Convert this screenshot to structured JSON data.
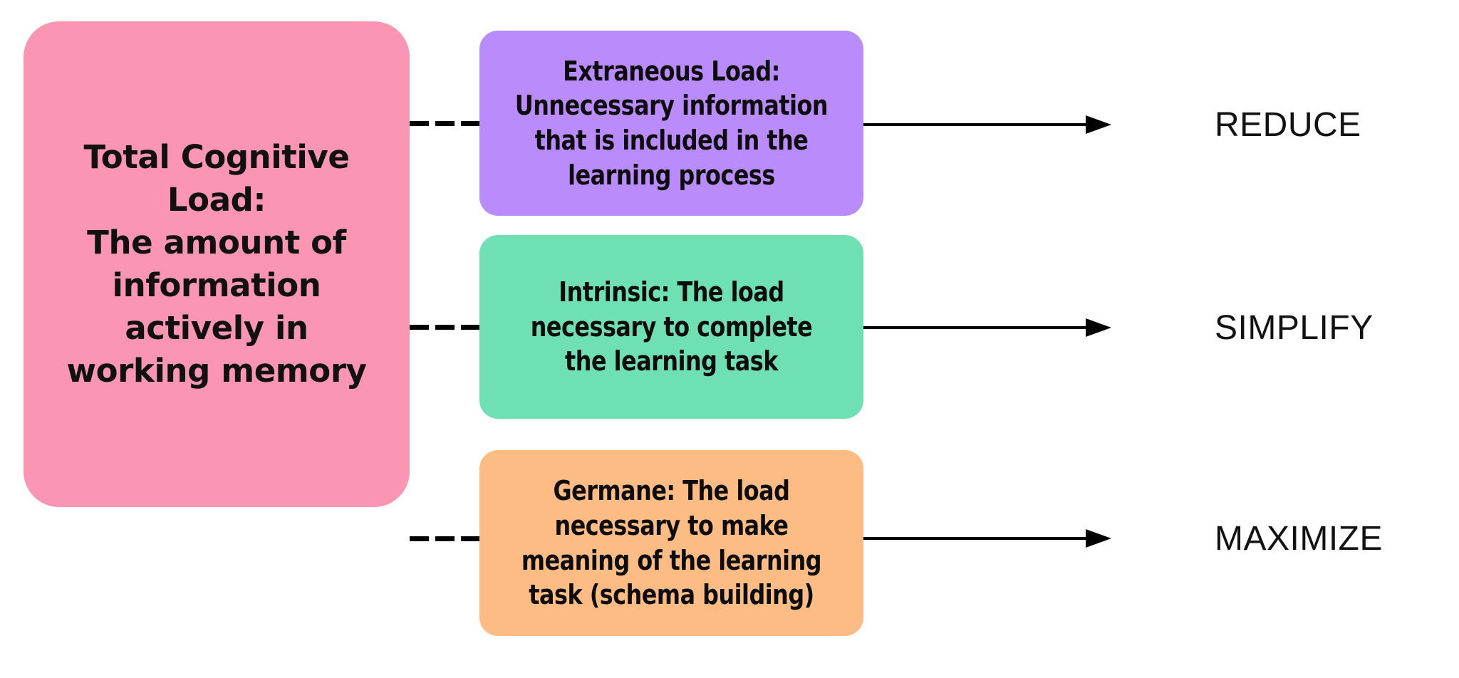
{
  "diagram": {
    "title_node": {
      "label": "Total Cognitive Load:\nThe amount of information actively in working memory",
      "color": "#FA96B4"
    },
    "categories": [
      {
        "label": "Extraneous Load:\nUnnecessary information that is included in the learning process",
        "color": "#B98BFB",
        "outcome": "REDUCE"
      },
      {
        "label": "Intrinsic: The load necessary to complete the learning task",
        "color": "#6FDFB4",
        "outcome": "SIMPLIFY"
      },
      {
        "label": "Germane: The load necessary to make meaning of the learning task (schema building)",
        "color": "#FCBC84",
        "outcome": "MAXIMIZE"
      }
    ],
    "connector_color": "#000000",
    "arrow_color": "#000000",
    "background": "#FFFFFF"
  }
}
